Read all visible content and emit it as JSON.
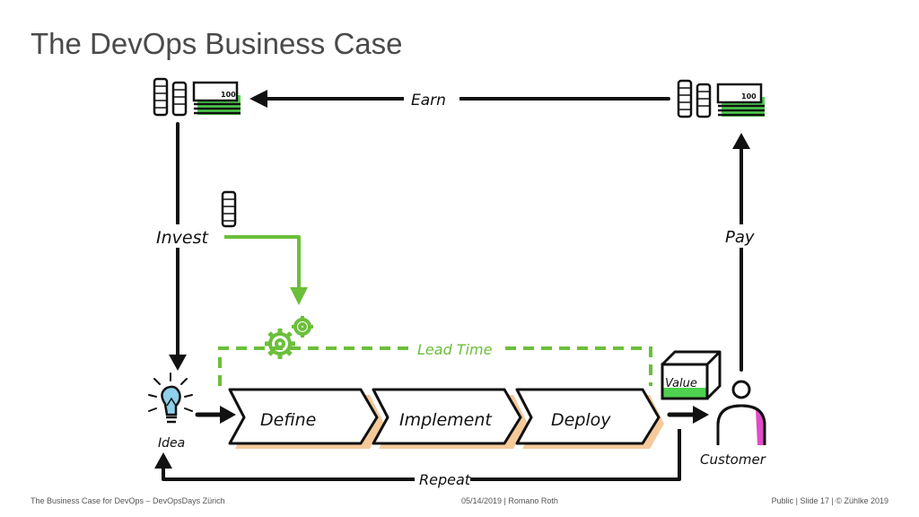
{
  "slide": {
    "title": "The DevOps Business Case"
  },
  "diagram": {
    "labels": {
      "earn": "Earn",
      "invest": "Invest",
      "pay": "Pay",
      "lead_time": "Lead Time",
      "repeat": "Repeat",
      "idea": "Idea",
      "customer": "Customer",
      "value": "Value"
    },
    "money_note": "100",
    "stages": [
      "Define",
      "Implement",
      "Deploy"
    ],
    "colors": {
      "green": "#6bbf3a",
      "money_green": "#4fd14f",
      "stage_shadow": "#f5c99a",
      "customer_pink": "#e04cc8",
      "bulb_blue": "#8fd0ea",
      "ink": "#111111"
    }
  },
  "footer": {
    "left": "The Business Case for DevOps – DevOpsDays Zürich",
    "center": "05/14/2019 | Romano Roth",
    "right": "Public | Slide 17 | © Zühlke 2019"
  }
}
